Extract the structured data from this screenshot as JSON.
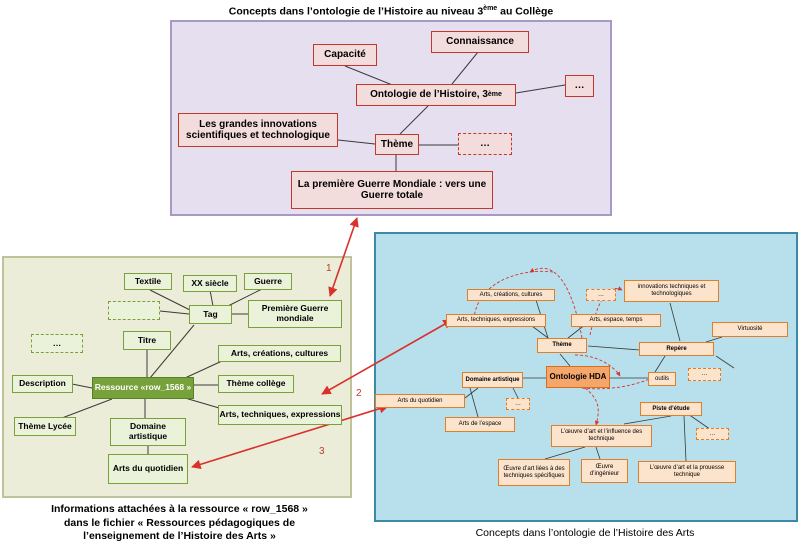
{
  "captions": {
    "top": "Concepts dans l’ontologie de l’Histoire au niveau 3ème au Collège",
    "top_pre": "Concepts dans l’ontologie de l’Histoire au niveau 3",
    "top_sup": "ème",
    "top_post": " au Collège",
    "left_line1": "Informations attachées à la ressource « row_1568 »",
    "left_line2": "dans le fichier « Ressources pédagogiques de",
    "left_line3": "l’enseignement de l’Histoire des Arts »",
    "right": "Concepts dans l’ontologie de l’Histoire des Arts"
  },
  "top_nodes": {
    "capacite": "Capacité",
    "connaissance": "Connaissance",
    "ontologie_pre": "Ontologie de l’Histoire, 3",
    "ontologie_sup": "ème",
    "ellipsis1": "…",
    "innovations": "Les grandes innovations scientifiques et technologique",
    "theme": "Thème",
    "ellipsis2": "…",
    "guerre": "La première Guerre Mondiale : vers une Guerre totale"
  },
  "left_nodes": {
    "textile": "Textile",
    "xx_siecle": "XX siècle",
    "guerre": "Guerre",
    "empty": "",
    "tag": "Tag",
    "premiere_guerre": "Première Guerre mondiale",
    "titre": "Titre",
    "ellipsis": "…",
    "arts_creations": "Arts, créations, cultures",
    "description": "Description",
    "ressource": "Ressource «row_1568 »",
    "theme_college": "Thème collège",
    "arts_techniques": "Arts, techniques, expressions",
    "theme_lycee": "Thème Lycée",
    "domaine": "Domaine artistique",
    "arts_quotidien": "Arts du quotidien"
  },
  "right_nodes": {
    "arts_creations": "Arts, créations, cultures",
    "ellipsis1": "…",
    "innovations": "innovations techniques et technologiques",
    "arts_techniques": "Arts, techniques, expressions",
    "arts_espace_temps": "Arts, espace, temps",
    "virtuosite": "Virtuosité",
    "theme": "Thème",
    "repere": "Repère",
    "domaine": "Domaine artistique",
    "ontologie": "Ontologie HDA",
    "outils": "outils",
    "ellipsis2": "…",
    "arts_quotidien": "Arts du quotidien",
    "ellipsis3": "…",
    "piste": "Piste d’étude",
    "arts_espace": "Arts de l’espace",
    "oeuvre_influence": "L’œuvre d’art et l’influence des technique",
    "ellipsis4": "…",
    "oeuvre_liees": "Œuvre d’art liées à des techniques spécifiques",
    "oeuvre_ingenieur": "Œuvre d’ingénieur",
    "oeuvre_prouesse": "L’œuvre d’art et la prouesse technique"
  },
  "links": [
    "1",
    "2",
    "3"
  ],
  "colors": {
    "accent_red": "#c0392b",
    "green": "#77a13a",
    "orange": "#f5a66a",
    "blue_border": "#3d8aa8"
  }
}
